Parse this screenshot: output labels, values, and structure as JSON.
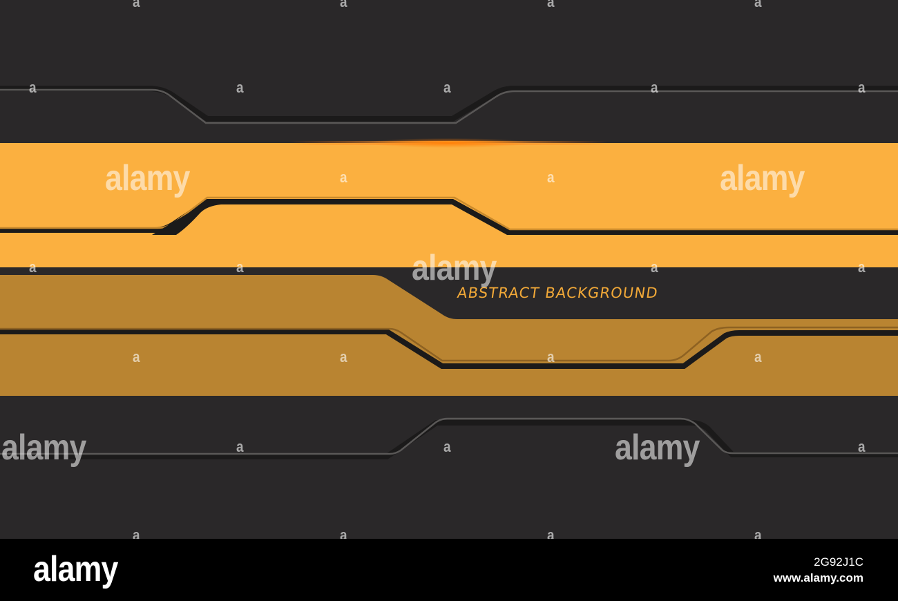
{
  "artwork": {
    "headline": "ABSTRACT BACKGROUND",
    "colors": {
      "background": "#2a2829",
      "yellow": "#fbb040",
      "mustard": "#b98431",
      "dark_line": "#1b1a1a",
      "grey_line": "#5a5857",
      "glow": "#ff6a00",
      "headline_text": "#f2a938"
    }
  },
  "watermarks": {
    "word": "alamy",
    "letter": "a"
  },
  "footer": {
    "logo": "alamy",
    "image_id": "2G92J1C",
    "url": "www.alamy.com"
  }
}
